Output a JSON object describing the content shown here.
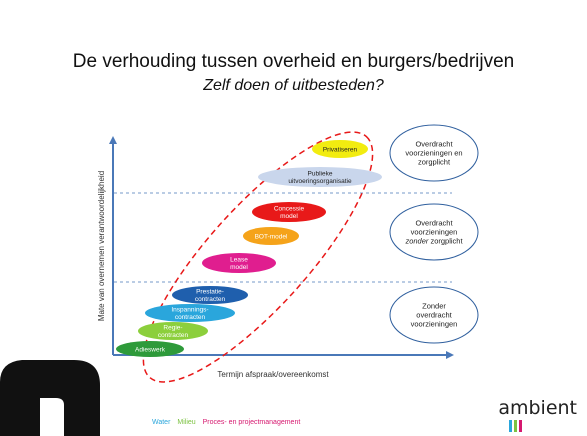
{
  "slide": {
    "title": "De verhouding tussen overheid en burgers/bedrijven",
    "subtitle": "Zelf doen of uitbesteden?"
  },
  "diagram": {
    "y_axis_label": "Mate van overnemen verantwoordelijkheid",
    "x_axis_label": "Termijn afspraak/overeenkomst",
    "items": [
      {
        "label": "Privatiseren",
        "color": "#f2ec10"
      },
      {
        "label": "Publieke\nuitvoeringsorganisatie",
        "color": "#c9d6ec"
      },
      {
        "label": "Concessie\nmodel",
        "color": "#e81919"
      },
      {
        "label": "BOT-model",
        "color": "#f5a31a"
      },
      {
        "label": "Lease\nmodel",
        "color": "#e01e8f"
      },
      {
        "label": "Prestatie-\ncontracten",
        "color": "#1f5fad"
      },
      {
        "label": "Inspannings-\ncontracten",
        "color": "#2aa6dc"
      },
      {
        "label": "Regie-\ncontracten",
        "color": "#8ccf3c"
      },
      {
        "label": "Adieswerk",
        "color": "#2e9a3a"
      }
    ],
    "zones": [
      {
        "label": "Overdracht\nvoorzieningen en\nzorgplicht"
      },
      {
        "label": "Overdracht\nvoorzieningen\nzonder zorgplicht",
        "emphasis": "zonder"
      },
      {
        "label": "Zonder\noverdracht\nvoorzieningen"
      }
    ]
  },
  "footer": {
    "items": [
      {
        "label": "Water",
        "color": "#2aa6dc"
      },
      {
        "label": "Milieu",
        "color": "#7cc242"
      },
      {
        "label": "Proces- en projectmanagement",
        "color": "#d6186f"
      }
    ],
    "brand": "ambient",
    "brand_bar_colors": [
      "#2aa6dc",
      "#7cc242",
      "#d6186f"
    ]
  }
}
